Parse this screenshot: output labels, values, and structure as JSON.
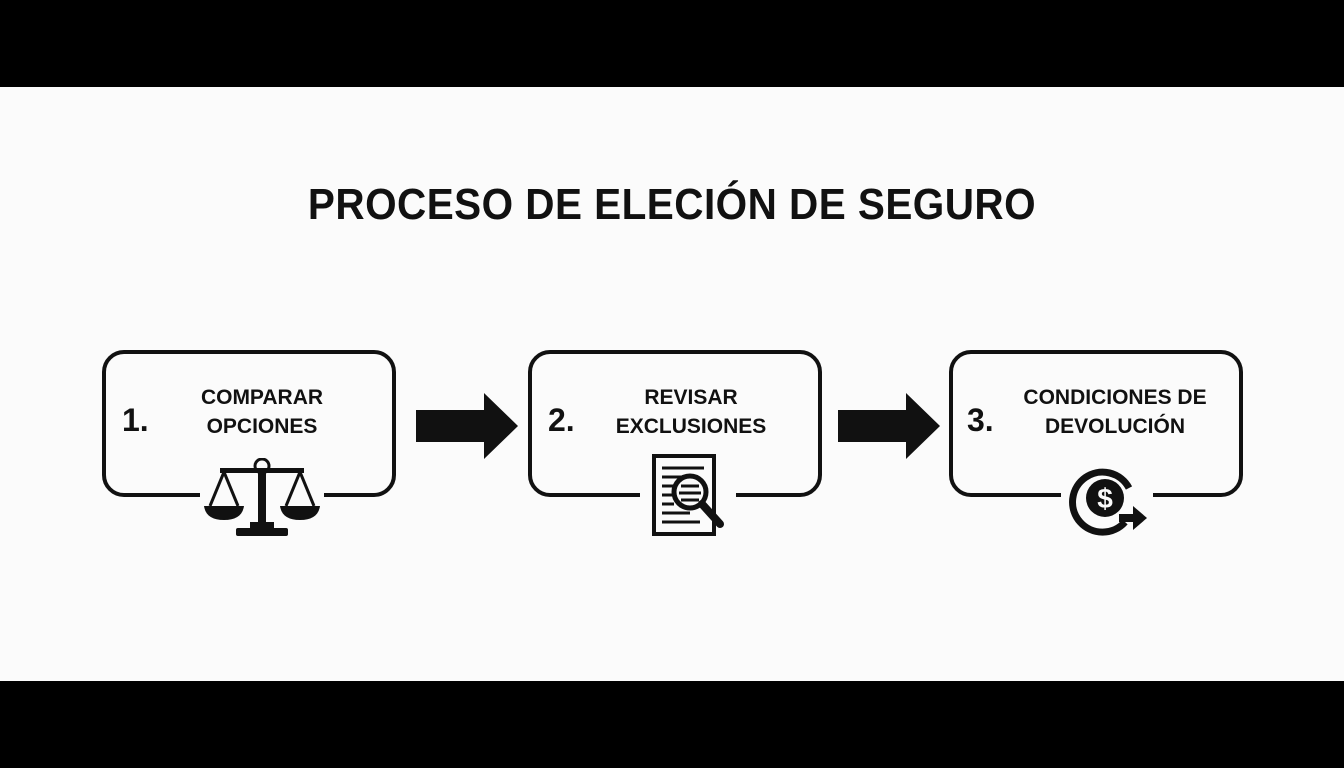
{
  "title": "PROCESO DE ELECIÓN DE SEGURO",
  "steps": [
    {
      "number": "1.",
      "line1": "COMPARAR",
      "line2": "OPCIONES",
      "icon": "scales-icon"
    },
    {
      "number": "2.",
      "line1": "REVISAR",
      "line2": "EXCLUSIONES",
      "icon": "document-search-icon"
    },
    {
      "number": "3.",
      "line1": "CONDICIONES DE",
      "line2": "DEVOLUCIÓN",
      "icon": "money-return-icon"
    }
  ],
  "colors": {
    "ink": "#111111",
    "background": "#fbfbfb",
    "frame": "#000000"
  }
}
